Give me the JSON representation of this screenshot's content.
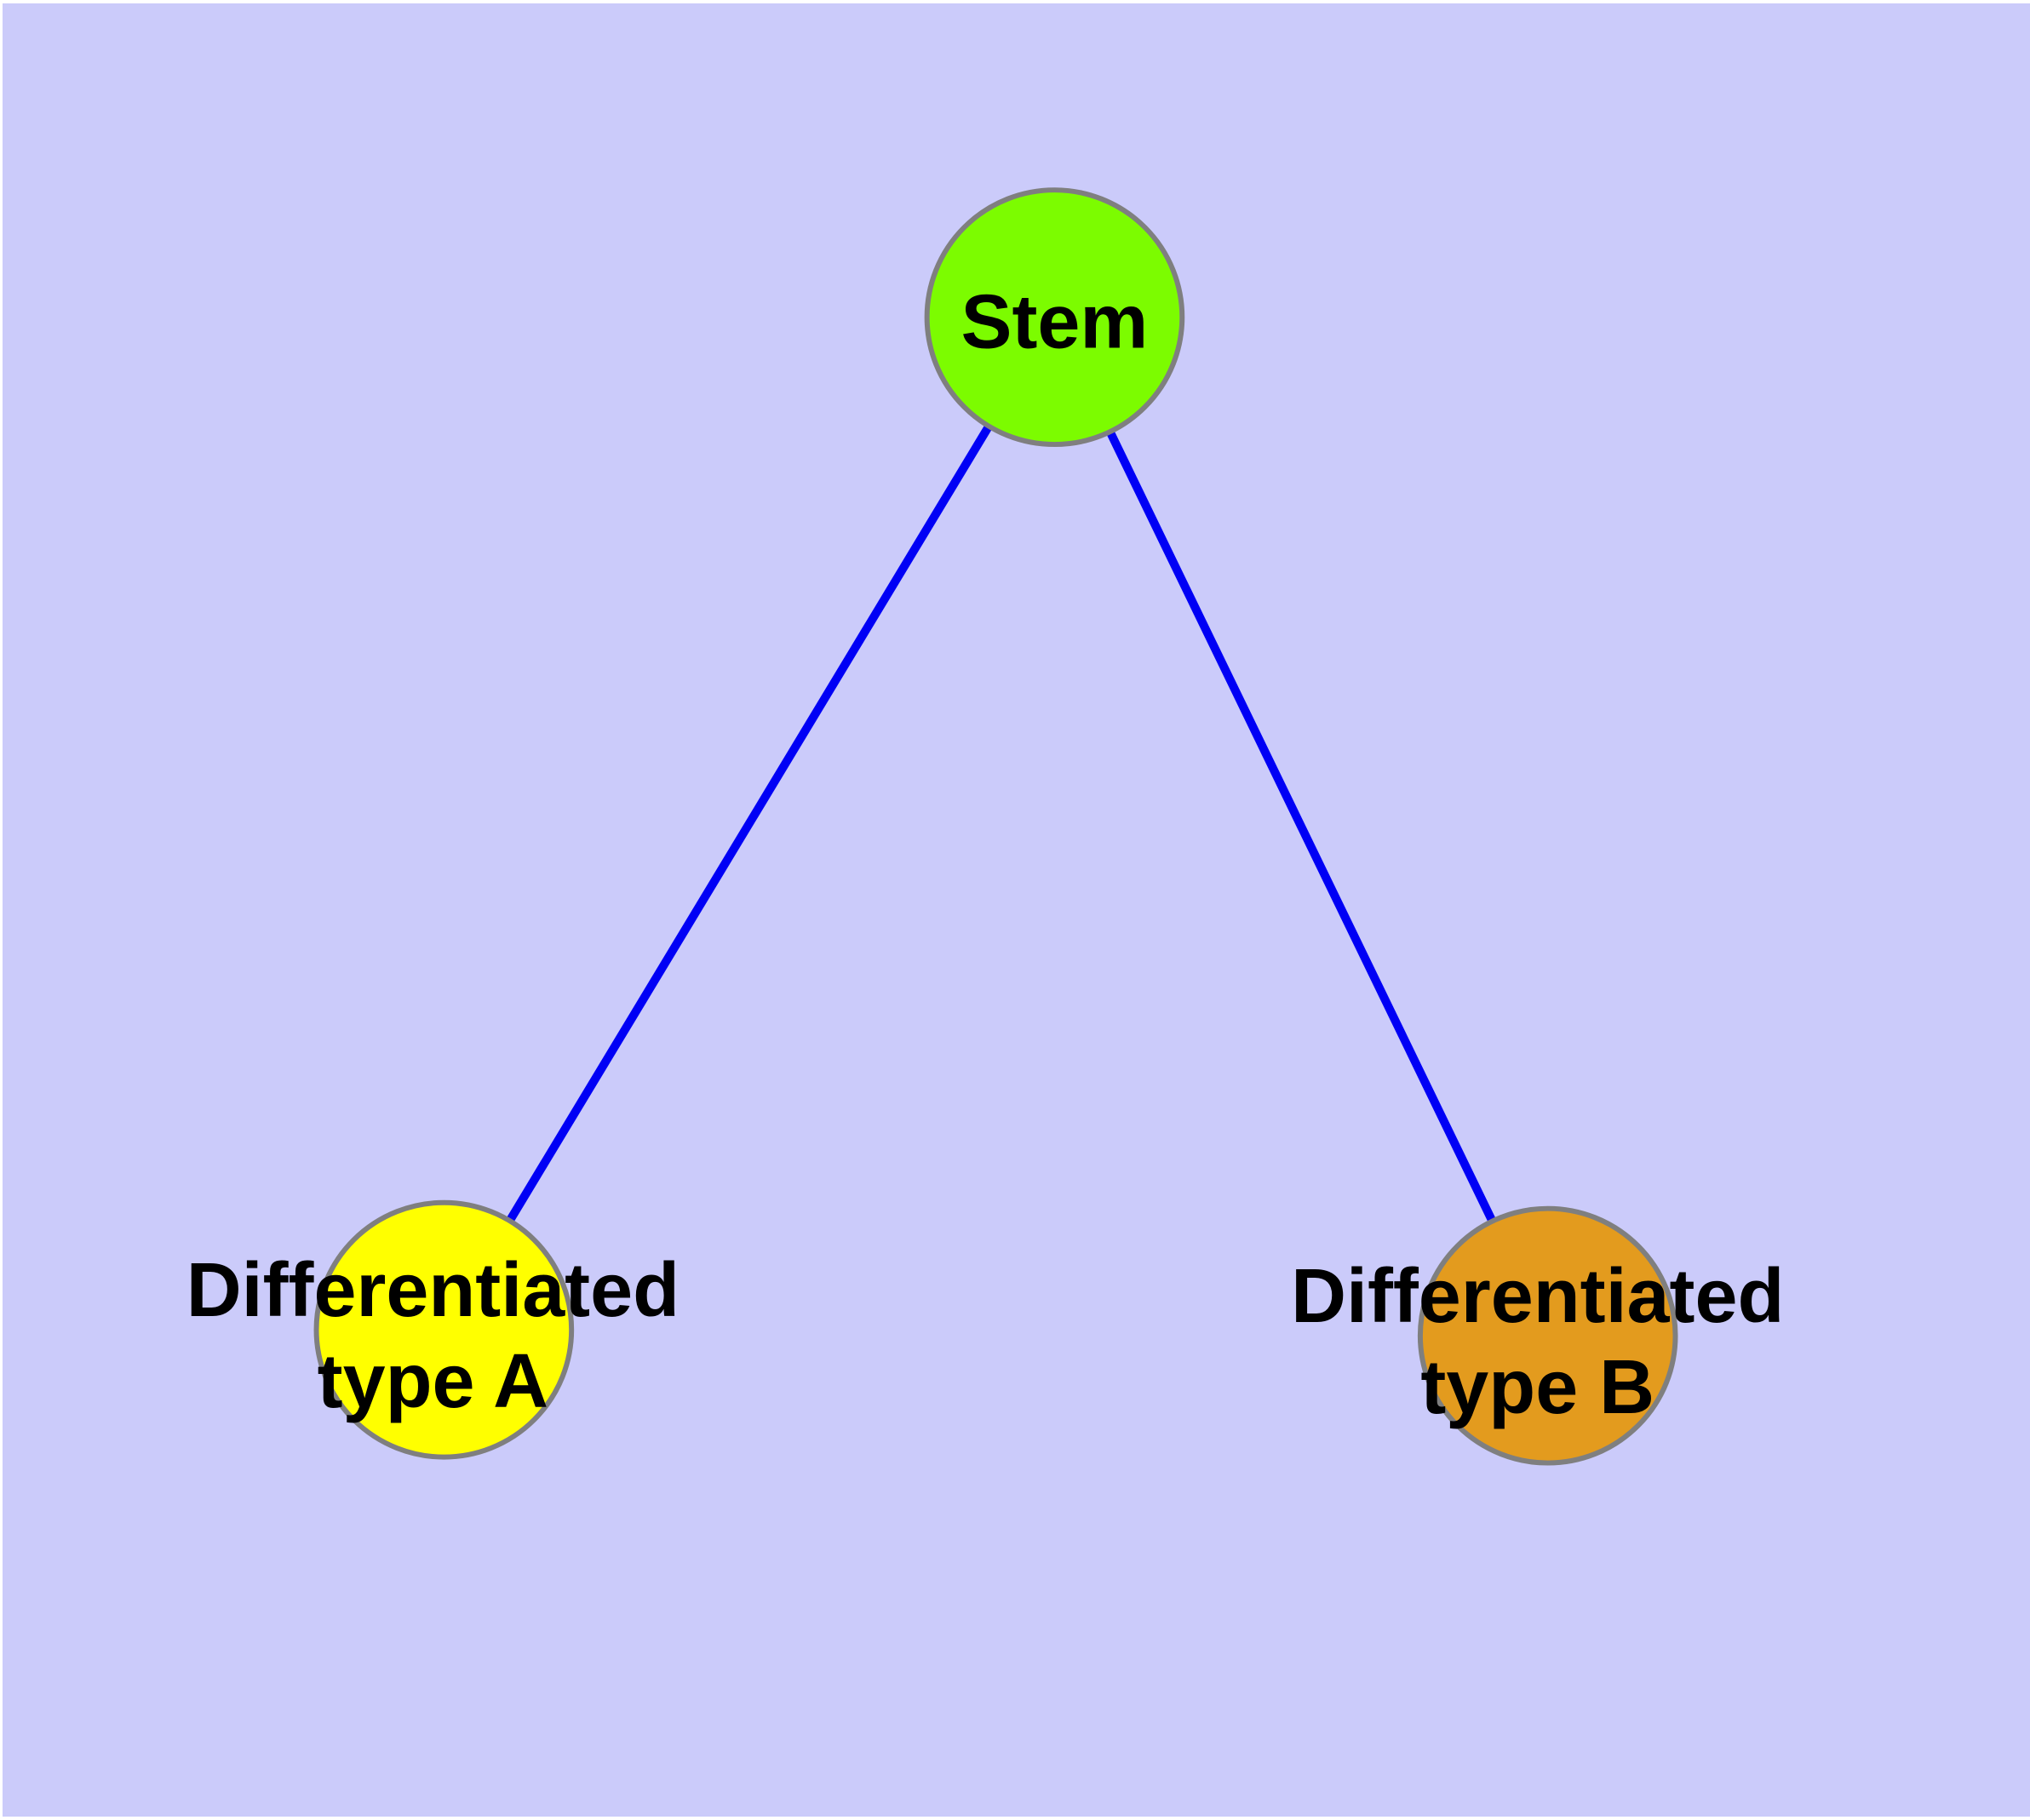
{
  "diagram": {
    "title": "",
    "background_color": "#cbcbfa",
    "edge_color": "#0000f5",
    "node_border_color": "#7f7f7f",
    "label_text_color": "#000000",
    "nodes": {
      "stem": {
        "label": "Stem",
        "color": "#7cfc00"
      },
      "type_a": {
        "label_line1": "Differentiated",
        "label_line2": "type A",
        "label_full": "Differentiated type A",
        "color": "#ffff00"
      },
      "type_b": {
        "label_line1": "Differentiated",
        "label_line2": "type B",
        "label_full": "Differentiated type B",
        "color": "#e39b1e"
      }
    },
    "edges": [
      {
        "from": "Stem",
        "to": "Differentiated type A"
      },
      {
        "from": "Stem",
        "to": "Differentiated type B"
      }
    ]
  }
}
